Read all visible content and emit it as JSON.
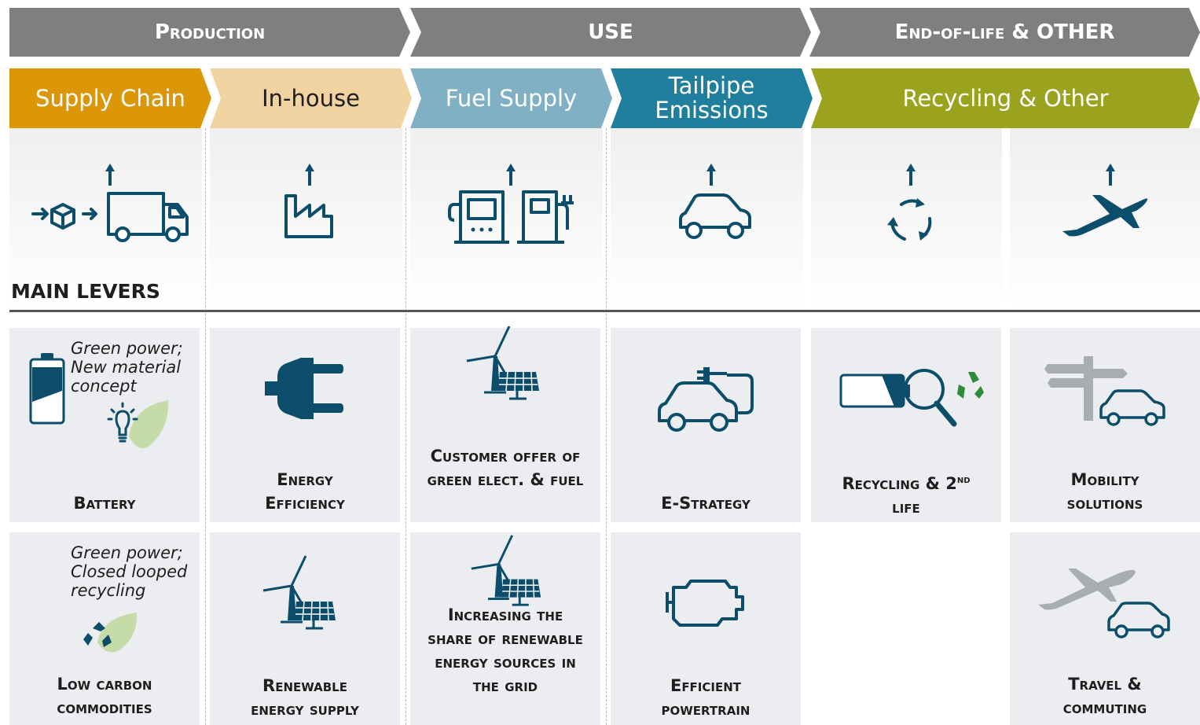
{
  "phases": [
    {
      "label": "Production"
    },
    {
      "label": "USE"
    },
    {
      "label": "End-of-life & OTHER"
    }
  ],
  "categories": [
    {
      "label": "Supply Chain",
      "color": "#dc9708",
      "text_color": "#ffffff"
    },
    {
      "label": "In-house",
      "color": "#f1d2a1",
      "text_color": "#1e1e1e"
    },
    {
      "label": "Fuel Supply",
      "color": "#7fb0c4",
      "text_color": "#ffffff"
    },
    {
      "label": "Tailpipe Emissions",
      "color": "#1f7f9c",
      "text_color": "#ffffff"
    },
    {
      "label": "Recycling & Other",
      "color": "#9aa21e",
      "text_color": "#ffffff"
    }
  ],
  "main_levers_title": "MAIN LEVERS",
  "levers": {
    "battery": {
      "label": "Battery",
      "note": "Green power; New material concept"
    },
    "energy_efficiency": {
      "label": "Energy Efficiency"
    },
    "customer_offer": {
      "label": "Customer offer of green elect. & fuel"
    },
    "e_strategy": {
      "label": "E-Strategy"
    },
    "recycling": {
      "label": "Recycling & 2",
      "sup": "nd",
      "label_tail": " life"
    },
    "mobility": {
      "label": "Mobility solutions"
    },
    "low_carbon": {
      "label": "Low carbon commodities",
      "note": "Green power; Closed looped recycling"
    },
    "renewable_supply": {
      "label": "Renewable energy supply"
    },
    "increasing_share": {
      "label": "Increasing the share of renewable energy sources in the grid"
    },
    "efficient_powertrain": {
      "label": "Efficient powertrain"
    },
    "travel": {
      "label": "Travel & commuting"
    }
  },
  "colors": {
    "navy": "#0b4d6b",
    "recycle_green": "#2e8b3a",
    "leaf_green": "#c6dca8",
    "icon_gray": "#a9adb1"
  }
}
